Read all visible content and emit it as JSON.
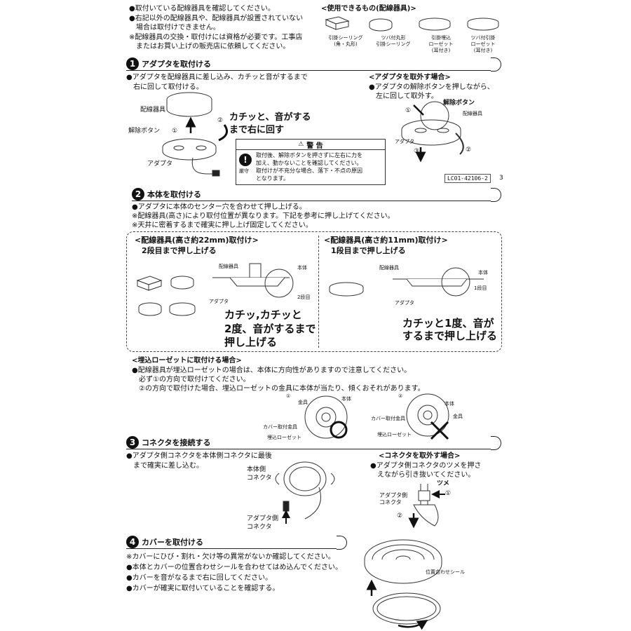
{
  "top": {
    "l1": "●取付いている配線器具を確認してください。",
    "l2": "●右記以外の配線器具や、配線器具が設置されていない",
    "l3": "　場合は取付けできません。",
    "l4": "※配線器具の交換・取付けには資格が必要です。工事店",
    "l5": "　またはお買い上げの販売店に依頼してください。",
    "usable_title": "<使用できるもの(配線器具)>",
    "devices": [
      {
        "a": "引掛シーリング",
        "b": "(角・丸形)"
      },
      {
        "a": "ツバ付丸形",
        "b": "引掛シーリング"
      },
      {
        "a": "引掛埋込",
        "b": "ローゼット",
        "c": "(耳付き)"
      },
      {
        "a": "ツバ付引掛",
        "b": "ローゼット",
        "c": "(耳付き)"
      }
    ]
  },
  "s1": {
    "num": "1",
    "title": "アダプタを取付ける",
    "l1": "●アダプタを配線器具に差し込み、カチッと音がするまで",
    "l2": "　右に回して取付ける。",
    "lbl_haisen": "配線器具",
    "lbl_kaijo": "解除ボタン",
    "lbl_adapter": "アダプタ",
    "c1": "①",
    "c2": "②",
    "kachi1": "カチッと、音がする",
    "kachi2": "まで右に回す",
    "remove_title": "<アダプタを取外す場合>",
    "remove_l1": "●アダプタの解除ボタンを押しながら、",
    "remove_l2": "　左に回して取外す。",
    "c3": "③",
    "warning_title": "警 告",
    "warning_tag": "厳守",
    "warning_l1": "取付後、解除ボタンを押さずに左右に力を",
    "warning_l2": "加え、動かないことを確認してください。",
    "warning_l3": "取付けが不充分な場合、落下・不点の原因",
    "warning_l4": "となります。",
    "code": "LC01-42106-2",
    "code_suffix": "3"
  },
  "s2": {
    "num": "2",
    "title": "本体を取付ける",
    "l1": "●アダプタに本体のセンター穴を合わせて押し上げる。",
    "l2": "※配線器具(高さ)により取付位置が異なります。下記を参考に押し上げてください。",
    "l3": "※天井に密着するまで確実に押し上げ固定してください。",
    "left_title": "<配線器具(高さ約22mm)取付け>",
    "left_sub": "2段目まで押し上げる",
    "right_title": "<配線器具(高さ約11mm)取付け>",
    "right_sub": "1段目まで押し上げる",
    "lbl_haisen": "配線器具",
    "lbl_hontai": "本体",
    "lbl_adapter": "アダプタ",
    "lbl_2dan": "2段目",
    "lbl_1dan": "1段目",
    "left_big1": "カチッ,カチッと",
    "left_big2": "2度、音がするまで",
    "left_big3": "押し上げる",
    "right_big1": "カチッと1度、音が",
    "right_big2": "するまで押し上げる",
    "embed_title": "<埋込ローゼットに取付ける場合>",
    "embed_l1": "●配線器具が埋込ローゼットの場合は、本体に方向性がありますので注意してください。",
    "embed_l2": "　必ず①の方向で取付けてください。",
    "embed_l3": "　②の方向で取付けた場合、埋込ローゼットの金具に本体が当たり、傾くおそれがあります。",
    "lbl_kanagu": "金具",
    "lbl_cover_kanagu": "カバー取付金具",
    "lbl_rosette": "埋込ローゼット",
    "c1": "①",
    "c2": "②"
  },
  "s3": {
    "num": "3",
    "title": "コネクタを接続する",
    "l1": "●アダプタ側コネクタを本体側コネクタに最後",
    "l2": "　まで確実に差し込む。",
    "lbl_body_conn1": "本体側",
    "lbl_body_conn2": "コネクタ",
    "lbl_adp_conn1": "アダプタ側",
    "lbl_adp_conn2": "コネクタ",
    "remove_title": "<コネクタを取外す場合>",
    "remove_l1": "●アダプタ側コネクタのツメを押さ",
    "remove_l2": "　えながら引き抜いてください。",
    "lbl_tsume": "ツメ",
    "c1": "①",
    "c2": "②"
  },
  "s4": {
    "num": "4",
    "title": "カバーを取付ける",
    "l1": "※カバーにひび・割れ・欠け等の異常がないか確認してください。",
    "l2": "●本体とカバーの位置合わせシールを合わせてはめ込んでください。",
    "l3": "●カバーを音がなるまで右に回してください。",
    "l4": "●カバーが確実に取付いていることを確認する。",
    "lbl_seal": "位置合わせシール"
  }
}
